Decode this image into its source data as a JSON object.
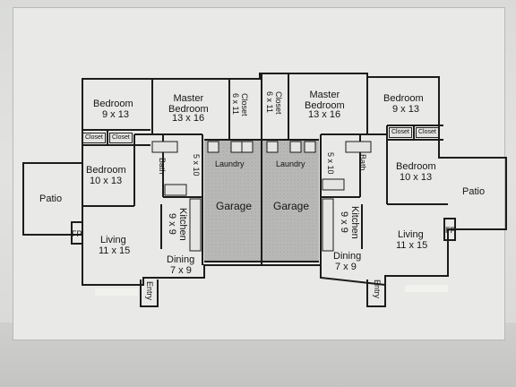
{
  "left_unit": {
    "bedroom_a": {
      "name": "Bedroom",
      "size": "9 x 13"
    },
    "master": {
      "name": "Master\nBedroom",
      "size": "13 x 16"
    },
    "closet_tall": {
      "name": "Closet",
      "size": "6 x 11"
    },
    "closet_1": "Closet",
    "closet_2": "Closet",
    "bedroom_b": {
      "name": "Bedroom",
      "size": "10 x 13"
    },
    "bath": "Bath",
    "bath_size": "5 x 10",
    "laundry": "Laundry",
    "garage": "Garage",
    "patio": "Patio",
    "fp": "FP",
    "living": {
      "name": "Living",
      "size": "11 x 15"
    },
    "kitchen": "Kitchen",
    "kitchen_size": "9 x 9",
    "dining": {
      "name": "Dining",
      "size": "7 x 9"
    },
    "entry": "Entry"
  },
  "right_unit": {
    "bedroom_a": {
      "name": "Bedroom",
      "size": "9 x 13"
    },
    "master": {
      "name": "Master\nBedroom",
      "size": "13 x 16"
    },
    "closet_tall": {
      "name": "Closet",
      "size": "6 x 11"
    },
    "closet_1": "Closet",
    "closet_2": "Closet",
    "bedroom_b": {
      "name": "Bedroom",
      "size": "10 x 13"
    },
    "bath": "Bath",
    "bath_size": "5 x 10",
    "laundry": "Laundry",
    "garage": "Garage",
    "patio": "Patio",
    "fp": "FP",
    "living": {
      "name": "Living",
      "size": "11 x 15"
    },
    "kitchen": "Kitchen",
    "kitchen_size": "9 x 9",
    "dining": {
      "name": "Dining",
      "size": "7 x 9"
    },
    "entry": "Entry"
  },
  "colors": {
    "wall": "#1c1c1c",
    "garage_fill": "#b9b9b7",
    "paper": "#e9eae8"
  }
}
